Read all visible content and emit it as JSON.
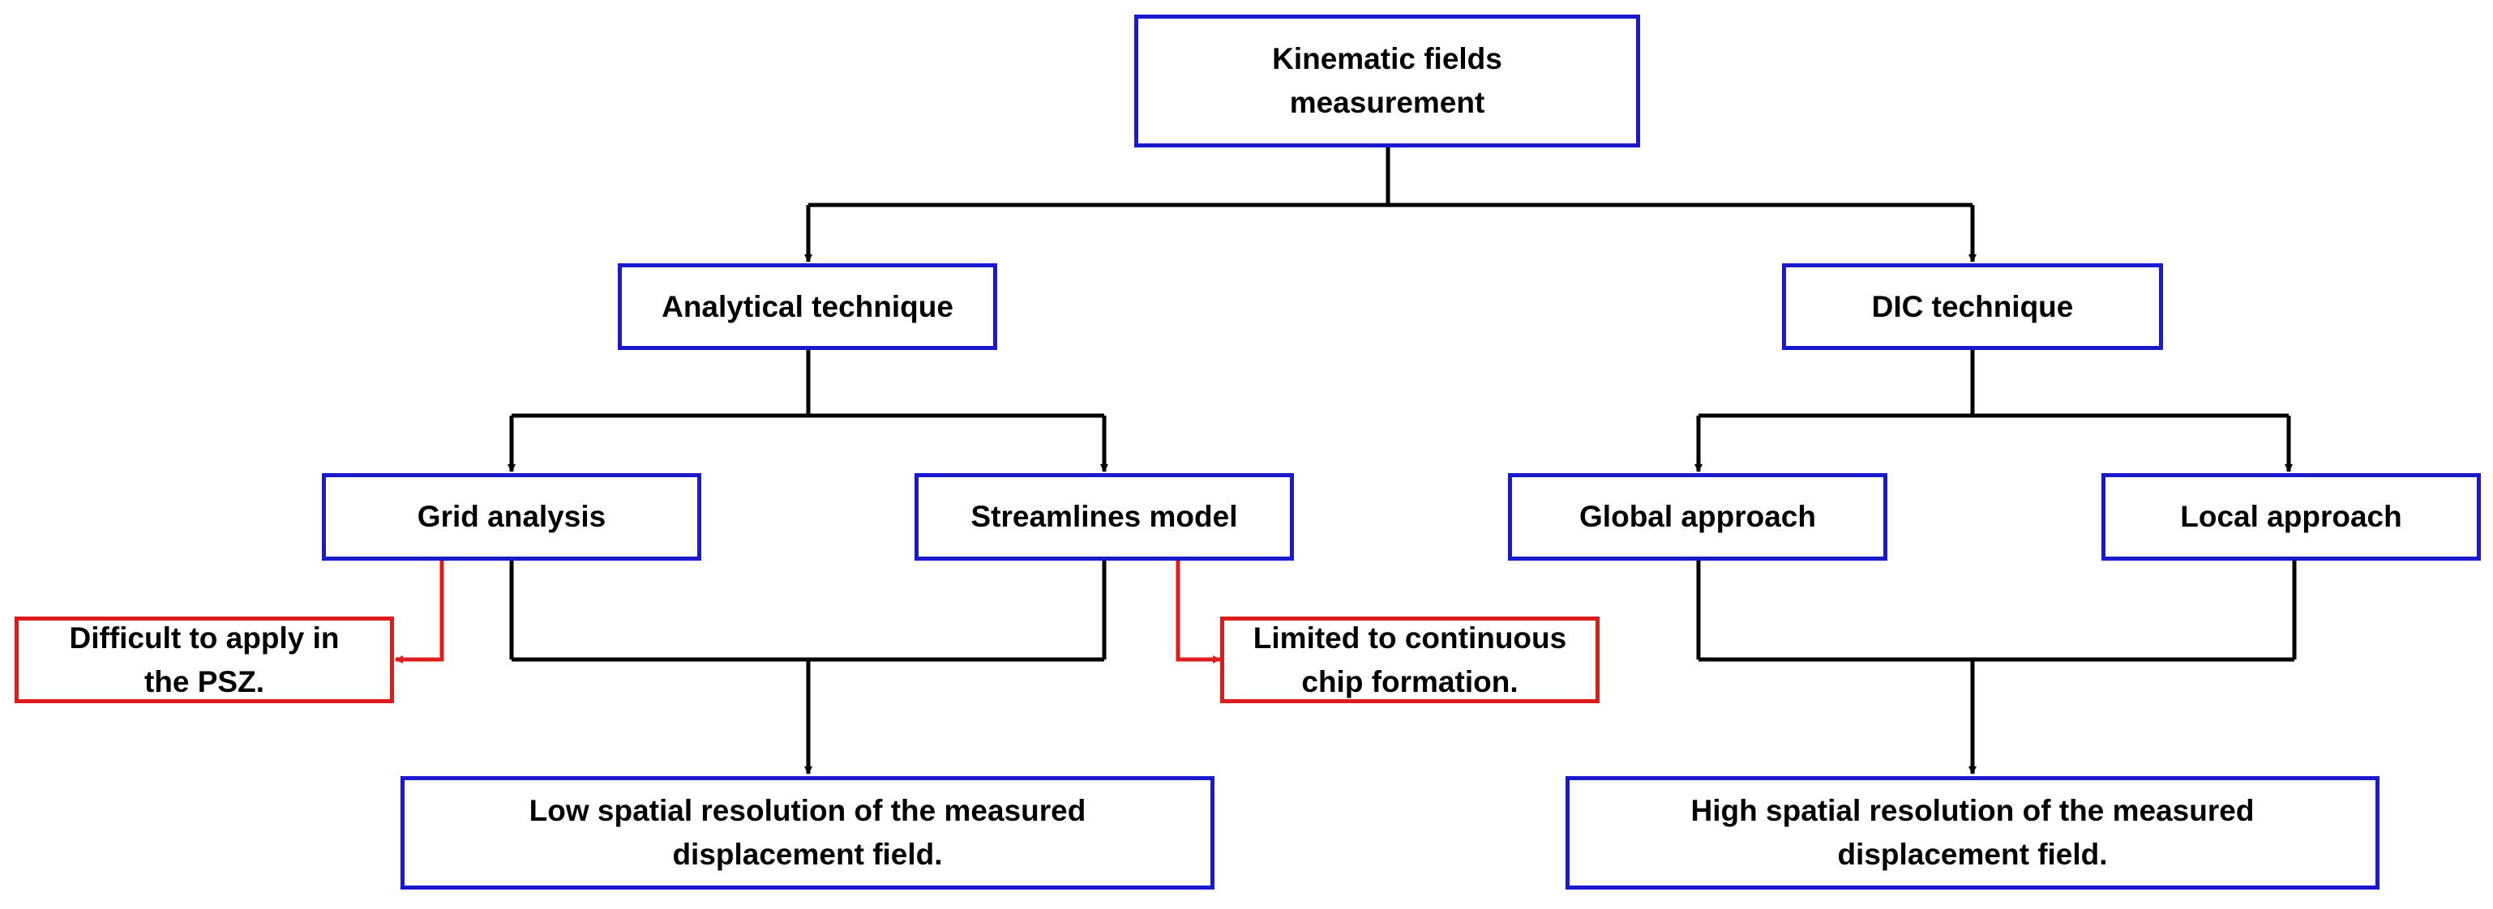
{
  "nodes": {
    "kinematic": {
      "line1": "Kinematic fields",
      "line2": "measurement"
    },
    "analytical": {
      "label": "Analytical technique"
    },
    "dic": {
      "label": "DIC technique"
    },
    "grid": {
      "label": "Grid analysis"
    },
    "streamlines": {
      "label": "Streamlines model"
    },
    "global": {
      "label": "Global approach"
    },
    "local": {
      "label": "Local approach"
    },
    "difficult": {
      "line1": "Difficult to apply in",
      "line2": "the PSZ."
    },
    "limited": {
      "line1": "Limited to continuous",
      "line2": "chip formation."
    },
    "low": {
      "line1": "Low spatial resolution of the measured",
      "line2": "displacement field."
    },
    "high": {
      "line1": "High spatial resolution of the measured",
      "line2": "displacement field."
    }
  },
  "colors": {
    "box_border": "#1a1acc",
    "note_border": "#dd1c1c",
    "connector": "#000000",
    "note_connector": "#dd1c1c"
  }
}
